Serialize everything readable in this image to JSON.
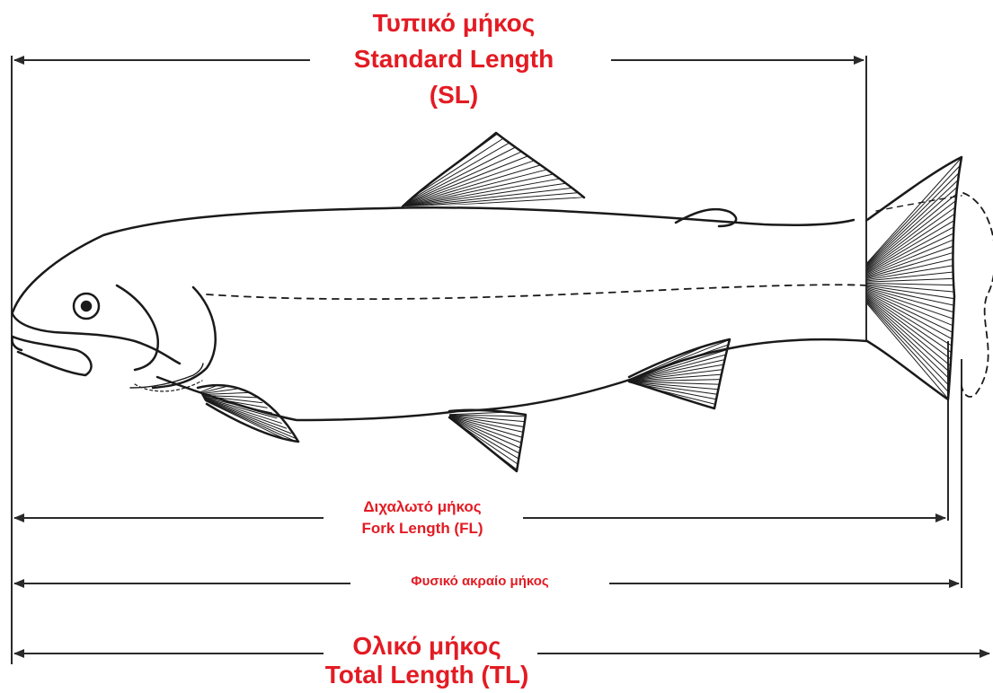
{
  "labels": {
    "standard": {
      "greek": "Τυπικό μήκος",
      "english": "Standard Length",
      "abbr": "(SL)"
    },
    "fork": {
      "greek": "Διχαλωτό μήκος",
      "english": "Fork Length (FL)"
    },
    "natural": {
      "greek": "Φυσικό ακραίο μήκος"
    },
    "total": {
      "greek": "Ολικό μήκος",
      "english": "Total Length (TL)"
    }
  },
  "colors": {
    "label": "#e31b23",
    "line": "#2a2a2a",
    "background": "#ffffff"
  }
}
